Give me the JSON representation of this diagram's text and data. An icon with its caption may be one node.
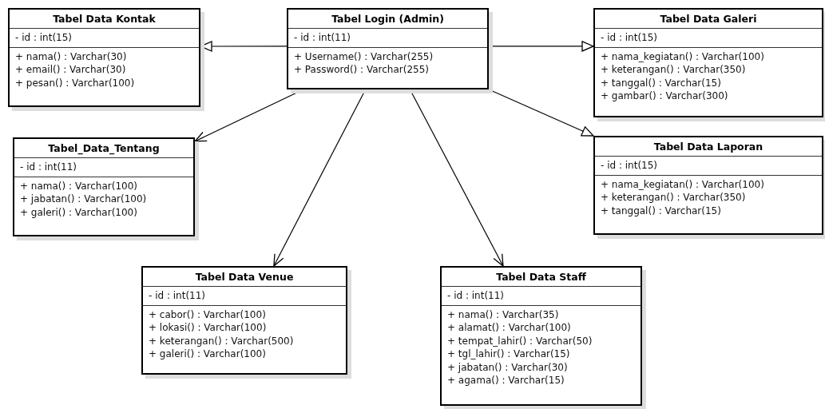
{
  "diagram": {
    "nodes": [
      {
        "text": [
          "Tabel Data Kontak",
          "- id : int(15)",
          "+ nama() : Varchar(30)",
          "+ email() : Varchar(30)",
          "+ pesan() : Varchar(100)"
        ]
      },
      {
        "text": [
          "Tabel Login (Admin)",
          "- id : int(11)",
          "+ Username() : Varchar(255)",
          "+ Password() : Varchar(255)"
        ]
      },
      {
        "text": [
          "Tabel Data Galeri",
          "- id : int(15)",
          "+ nama_kegiatan() : Varchar(100)",
          "+ keterangan() : Varchar(350)",
          "+ tanggal() : Varchar(15)",
          "+ gambar() : Varchar(300)"
        ]
      },
      {
        "text": [
          "Tabel_Data_Tentang",
          "- id : int(11)",
          "+ nama() : Varchar(100)",
          "+ jabatan() : Varchar(100)",
          "+ galeri() : Varchar(100)"
        ]
      },
      {
        "text": [
          "Tabel Data Laporan",
          "- id : int(15)",
          "+ nama_kegiatan() : Varchar(100)",
          "+ keterangan() : Varchar(350)",
          "+ tanggal() : Varchar(15)"
        ]
      },
      {
        "text": [
          "Tabel Data Venue",
          "- id : int(11)",
          "+ cabor() : Varchar(100)",
          "+ lokasi() : Varchar(100)",
          "+ keterangan() : Varchar(500)",
          "+ galeri() : Varchar(100)"
        ]
      },
      {
        "text": [
          "Tabel Data Staff",
          "- id : int(11)",
          "+ nama() : Varchar(35)",
          "+ alamat() : Varchar(100)",
          "+ tempat_lahir() : Varchar(50)",
          "+ tgl_lahir() : Varchar(15)",
          "+ jabatan() : Varchar(30)",
          "+ agama() : Varchar(15)"
        ]
      }
    ],
    "edges": [
      {
        "from": 1,
        "to": 0,
        "arrow": "to"
      },
      {
        "from": 1,
        "to": 2,
        "arrow": "to"
      },
      {
        "from": 1,
        "to": 3,
        "arrow": "to"
      },
      {
        "from": 1,
        "to": 4,
        "arrow": "to"
      },
      {
        "from": 1,
        "to": 5,
        "arrow": "to"
      },
      {
        "from": 1,
        "to": 6,
        "arrow": "to"
      }
    ]
  }
}
